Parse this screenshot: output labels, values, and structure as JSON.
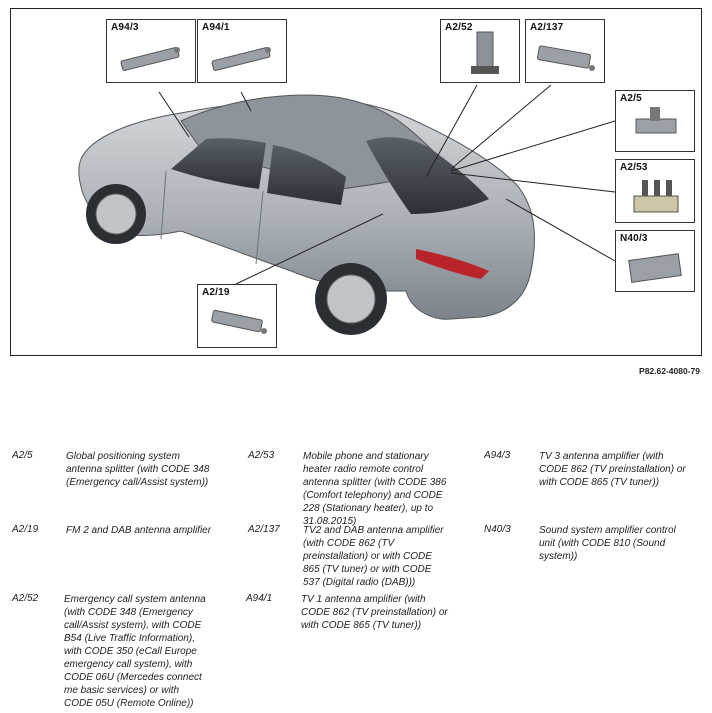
{
  "figure": {
    "callouts": {
      "a94_3": "A94/3",
      "a94_1": "A94/1",
      "a2_52": "A2/52",
      "a2_137": "A2/137",
      "a2_5": "A2/5",
      "a2_53": "A2/53",
      "n40_3": "N40/3",
      "a2_19": "A2/19"
    },
    "reference": "P82.62-4080-79"
  },
  "legend": [
    {
      "code": "A2/5",
      "description": "Global positioning system\nantenna splitter (with CODE 348\n(Emergency call/Assist system))"
    },
    {
      "code": "A2/19",
      "description": "FM 2 and DAB antenna amplifier"
    },
    {
      "code": "A2/52",
      "description": "Emergency call system antenna\n(with CODE 348 (Emergency\ncall/Assist system), with CODE\nB54 (Live Traffic Information),\nwith CODE 350 (eCall Europe\nemergency call system), with\nCODE 06U (Mercedes connect\nme basic services) or with\nCODE 05U (Remote Online))"
    },
    {
      "code": "A2/53",
      "description": "Mobile phone and stationary\nheater radio remote control\nantenna splitter (with CODE 386\n(Comfort telephony) and CODE\n228 (Stationary heater), up to\n31.08.2015)"
    },
    {
      "code": "A2/137",
      "description": "TV2 and DAB antenna amplifier\n(with CODE 862 (TV\npreinstallation) or with CODE\n865 (TV tuner) or with CODE\n537 (Digital radio (DAB)))"
    },
    {
      "code": "A94/1",
      "description": "TV 1 antenna amplifier (with\nCODE 862 (TV preinstallation) or\nwith CODE 865 (TV tuner))"
    },
    {
      "code": "A94/3",
      "description": "TV 3 antenna amplifier (with\nCODE 862 (TV preinstallation) or\nwith CODE 865 (TV tuner))"
    },
    {
      "code": "N40/3",
      "description": "Sound system amplifier control\nunit (with CODE 810 (Sound\nsystem))"
    }
  ]
}
